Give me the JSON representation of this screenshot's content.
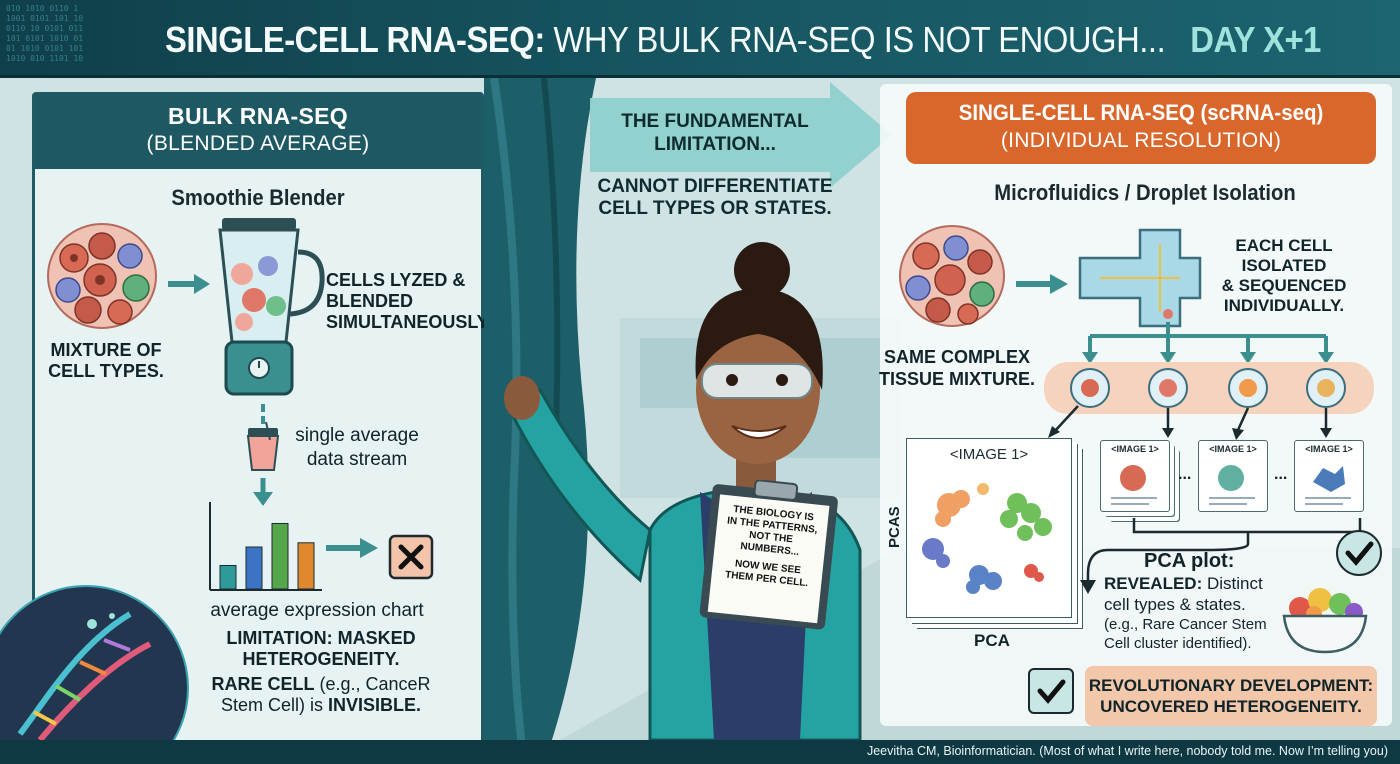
{
  "header": {
    "title_main": "SINGLE-CELL RNA-SEQ:",
    "title_sub": "WHY BULK RNA-SEQ IS NOT ENOUGH...",
    "title_day": "DAY X+1"
  },
  "left": {
    "heading": "BULK RNA-SEQ",
    "subheading": "(BLENDED AVERAGE)",
    "blender_label": "Smoothie Blender",
    "mixture_label": "MIXTURE OF CELL TYPES.",
    "lyzed_label": "CELLS LYZED & BLENDED SIMULTANEOUSLY.",
    "stream_label": "single average data stream",
    "chart_label": "average expression chart",
    "limitation_line1": "LIMITATION: MASKED",
    "limitation_line2": "HETEROGENEITY.",
    "rare_bold": "RARE CELL",
    "rare_regular": " (e.g., CanceR",
    "rare_line2_regular": "Stem Cell) is ",
    "rare_line2_bold": "INVISIBLE.",
    "chart_bars": [
      0.28,
      0.5,
      0.78,
      0.55
    ],
    "chart_colors": [
      "#2e9a9a",
      "#3b74c5",
      "#56a64b",
      "#e0882e"
    ]
  },
  "center": {
    "arrow_line1": "THE FUNDAMENTAL",
    "arrow_line2": "LIMITATION...",
    "desc_line1": "CANNOT DIFFERENTIATE",
    "desc_line2": "CELL TYPES OR STATES.",
    "clipboard_line1": "THE BIOLOGY IS",
    "clipboard_line2": "IN THE PATTERNS,",
    "clipboard_line3": "NOT THE",
    "clipboard_line4": "NUMBERS...",
    "clipboard_line5": "NOW WE SEE",
    "clipboard_line6": "THEM PER CELL."
  },
  "right": {
    "heading": "SINGLE-CELL RNA-SEQ (scRNA-seq)",
    "subheading": "(INDIVIDUAL RESOLUTION)",
    "micro_label": "Microfluidics / Droplet Isolation",
    "isolated_line1": "EACH CELL ISOLATED",
    "isolated_line2": "& SEQUENCED",
    "isolated_line3": "INDIVIDUALLY.",
    "tissue_line1": "SAME COMPLEX",
    "tissue_line2": "TISSUE MIXTURE.",
    "pca_image_label": "<IMAGE 1>",
    "mini_image_label": "<IMAGE 1>",
    "pca_axis_y": "PCAS",
    "pca_axis_x": "PCA",
    "ellipsis": "...",
    "pca_plot_title": "PCA plot:",
    "revealed_bold": "REVEALED:",
    "revealed_regular": " Distinct",
    "revealed_line2": "cell types & states.",
    "revealed_line3": "(e.g., Rare Cancer Stem",
    "revealed_line4": "Cell cluster identified).",
    "rev_line1": "REVOLUTIONARY DEVELOPMENT:",
    "rev_line2": "UNCOVERED HETEROGENEITY."
  },
  "footer": {
    "credit": "Jeevitha CM, Bioinformatician. (Most of what I write here, nobody told me. Now I’m telling you)"
  },
  "colors": {
    "teal_dark": "#1e5963",
    "orange_banner": "#d9672c",
    "peach": "#f3c7aa"
  }
}
